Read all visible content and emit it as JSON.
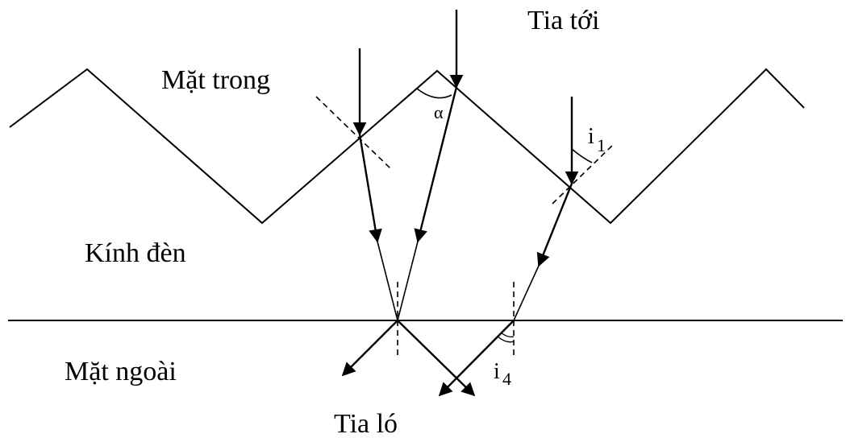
{
  "labels": {
    "incident_ray": "Tia tới",
    "inner_surface": "Mặt trong",
    "lamp_glass": "Kính đèn",
    "outer_surface": "Mặt ngoài",
    "emergent_ray": "Tia ló",
    "alpha": "α",
    "i1_base": "i",
    "i1_sub": "1",
    "i4_base": "i",
    "i4_sub": "4"
  },
  "colors": {
    "line": "#000000",
    "background": "#ffffff"
  }
}
